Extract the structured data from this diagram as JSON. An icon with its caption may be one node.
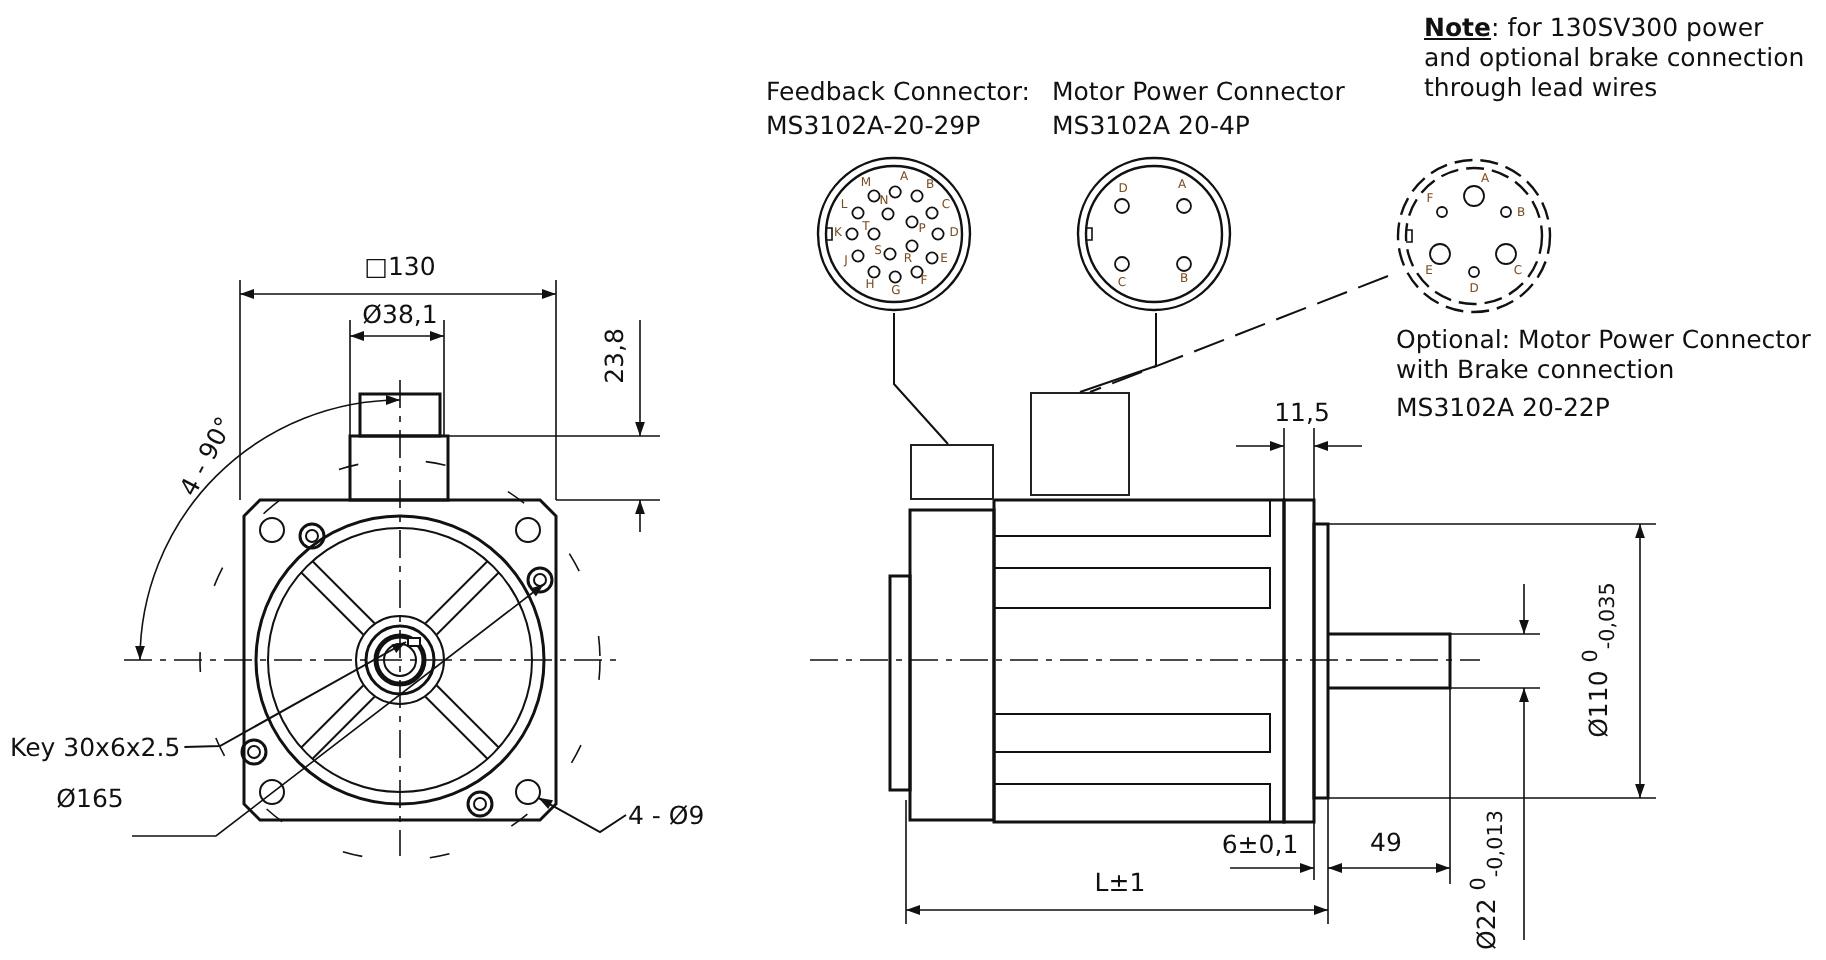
{
  "diagram": {
    "nodes": [
      {
        "text": [
          "Feedback Connector:",
          "MS3102A-20-29P"
        ]
      },
      {
        "text": [
          "Motor Power Connector",
          "MS3102A 20-4P"
        ]
      },
      {
        "text": [
          "Optional: Motor Power Connector with Brake connection",
          "MS3102A 20-22P"
        ]
      },
      {
        "text": [],
        "shape": "box"
      },
      {
        "text": [],
        "shape": "box"
      },
      {
        "text": [
          "Key 30x6x2.5"
        ]
      },
      {
        "text": [
          "4 - Ø9"
        ]
      },
      {
        "text": [],
        "shape": "bar"
      },
      {
        "text": [],
        "shape": "circle"
      }
    ],
    "edges": [
      {
        "from": 0,
        "to": 3,
        "arrow": "none"
      },
      {
        "from": 1,
        "to": 4,
        "arrow": "none"
      },
      {
        "from": 2,
        "to": 4,
        "arrow": "none",
        "style": "dashed"
      },
      {
        "from": 5,
        "to": 7,
        "arrow": "to"
      },
      {
        "from": 6,
        "to": 8,
        "arrow": "to"
      }
    ],
    "labels": [
      "**Note**: for 130SV300 power and optional brake connection through lead wires",
      "A",
      "B",
      "C",
      "D",
      "E",
      "F",
      "G",
      "H",
      "J",
      "K",
      "L",
      "M",
      "N",
      "P",
      "R",
      "S",
      "T",
      "D",
      "A",
      "C",
      "B",
      "A",
      "F",
      "B",
      "E",
      "C",
      "D",
      "□130",
      "Ø38,1",
      "23,8",
      "4 - 90°",
      "11,5",
      "Ø110 $^{0}$$_{-0,035}$",
      "Ø165",
      "6±0,1",
      "49",
      "Ø22 $^{0}$$_{-0,013}$",
      "L±1"
    ]
  }
}
